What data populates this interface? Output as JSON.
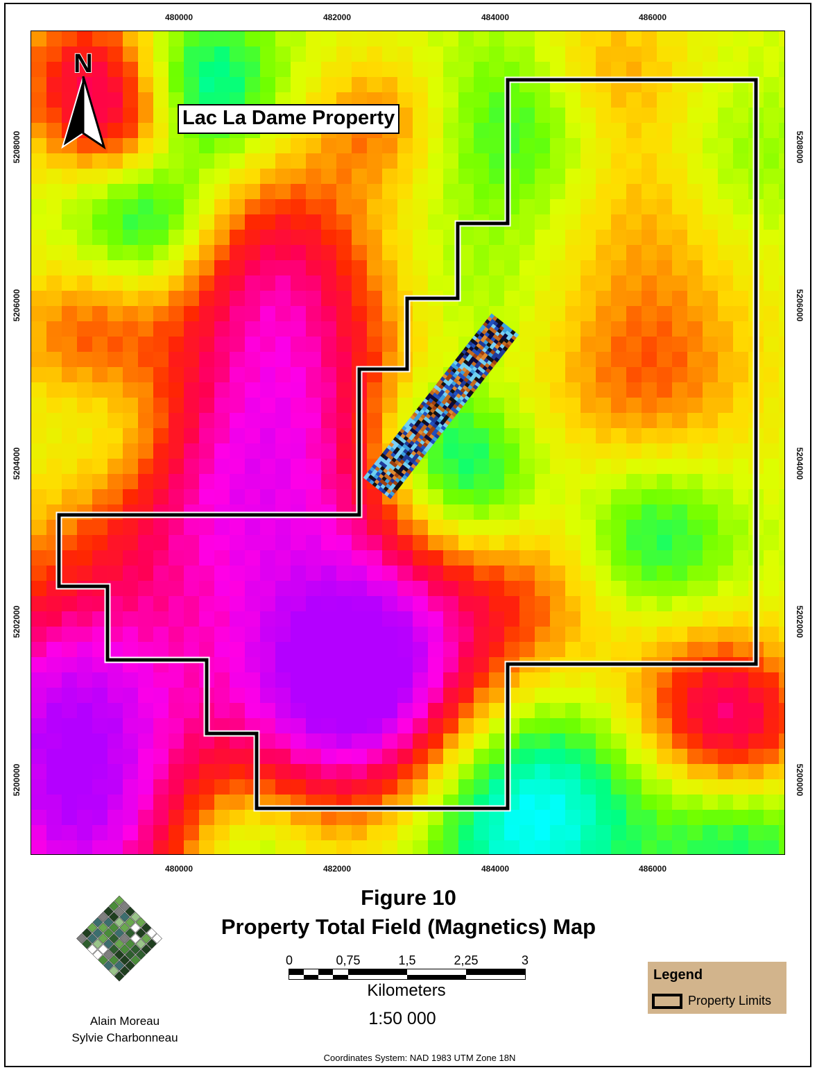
{
  "map": {
    "title": "Lac La Dame Property",
    "north_label": "N",
    "easting_ticks": [
      "480000",
      "482000",
      "484000",
      "486000"
    ],
    "northing_ticks": [
      "5208000",
      "5206000",
      "5204000",
      "5202000",
      "5200000"
    ]
  },
  "figure": {
    "number": "Figure 10",
    "name": "Property Total Field (Magnetics) Map"
  },
  "scale": {
    "labels": [
      "0",
      "0,75",
      "1,5",
      "2,25",
      "3"
    ],
    "units": "Kilometers",
    "ratio": "1:50 000"
  },
  "authors": [
    "Alain Moreau",
    "Sylvie Charbonneau"
  ],
  "coordinate_system": "Coordinates System: NAD 1983 UTM Zone 18N",
  "legend": {
    "title": "Legend",
    "items": [
      {
        "label": "Property Limits",
        "swatch_fill": "#d2b48c",
        "swatch_border": "#000000"
      }
    ]
  },
  "colors": {
    "legend_background": "#d2b48c",
    "property_limit": "#000000",
    "magnetic_high": "#ff00ff",
    "magnetic_low": "#00ffff"
  }
}
